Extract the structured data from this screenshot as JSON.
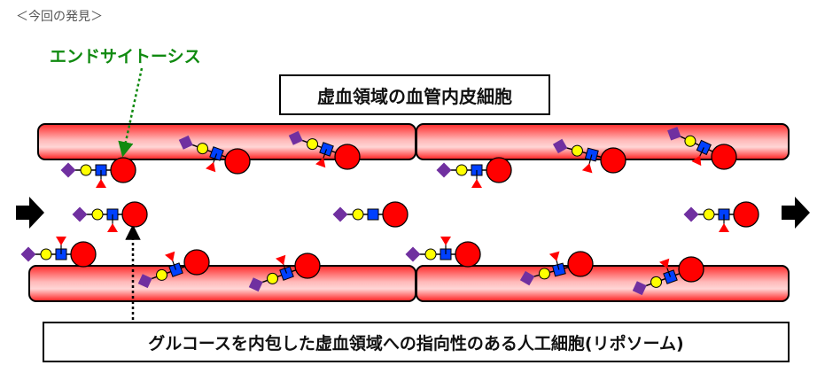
{
  "heading": "＜今回の発見＞",
  "endocytosis_label": "エンドサイトーシス",
  "title_box": "虚血領域の血管内皮細胞",
  "liposome_box": "グルコースを内包した虚血領域への指向性のある人工細胞(リポソーム)",
  "colors": {
    "accent_green": "#108a10",
    "cell_red": "#ff0000",
    "sialic_purple": "#7030a0",
    "galactose_yellow": "#ffff00",
    "glcnac_blue": "#0040ff",
    "fucose_red": "#ff0000",
    "arrow_black": "#000000"
  },
  "icons": [
    "flow-arrow-icon",
    "liposome-icon",
    "sugar-chain-icon"
  ]
}
